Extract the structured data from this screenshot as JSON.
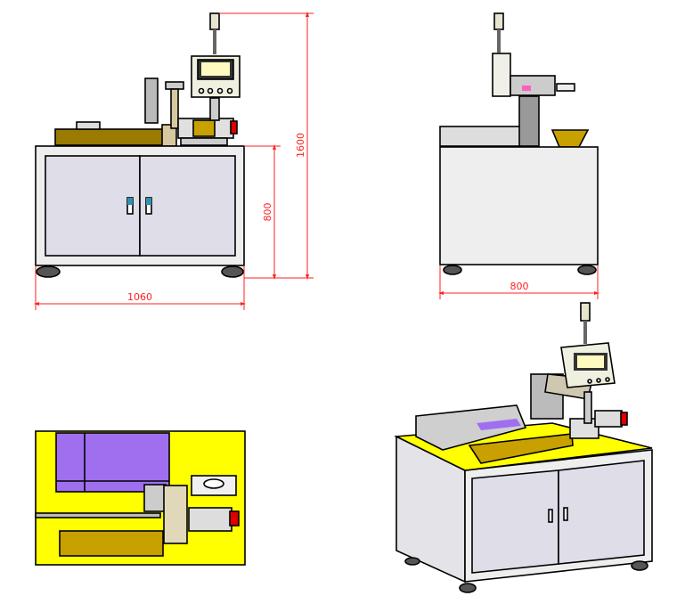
{
  "front_view": {
    "dimensions": {
      "total_height": "1600",
      "cabinet_height": "800",
      "width": "1060"
    }
  },
  "side_view": {
    "dimensions": {
      "depth": "800"
    }
  },
  "colors": {
    "dimension_red": "#ff2020",
    "cabinet_gray": "#dedde8",
    "tabletop_yellow": "#ffff00",
    "tray_brown": "#9a7a00",
    "feeder_purple": "#9f6ff0",
    "screen_cream": "#fffbc0"
  }
}
